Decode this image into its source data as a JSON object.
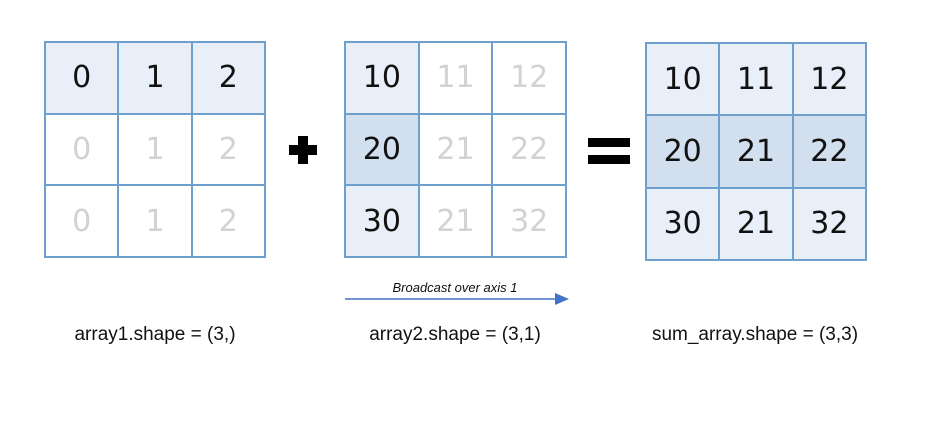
{
  "array1": {
    "cells": [
      "0",
      "1",
      "2",
      "0",
      "1",
      "2",
      "0",
      "1",
      "2"
    ],
    "shape_label": "array1.shape = (3,)"
  },
  "array2": {
    "cells": [
      "10",
      "11",
      "12",
      "20",
      "21",
      "22",
      "30",
      "21",
      "32"
    ],
    "shape_label": "array2.shape = (3,1)"
  },
  "sum_array": {
    "cells": [
      "10",
      "11",
      "12",
      "20",
      "21",
      "22",
      "30",
      "21",
      "32"
    ],
    "shape_label": "sum_array.shape = (3,3)"
  },
  "broadcast_caption": "Broadcast over axis 1",
  "colors": {
    "grid_border": "#6f9fcd",
    "light_fill": "#e8eff8",
    "mid_fill": "#d2dfee",
    "ghost_text": "#d2d2d2",
    "arrow": "#4472c4"
  }
}
